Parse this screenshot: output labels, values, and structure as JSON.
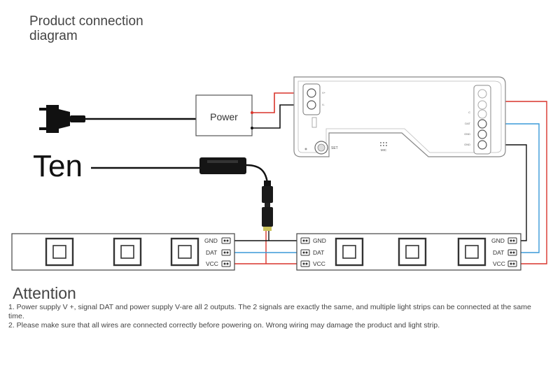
{
  "title": "Product connection\ndiagram",
  "power_label": "Power",
  "ten_label": "Ten",
  "controller": {
    "set_label": "SET",
    "mic_label": "MIC",
    "terminals_left": [
      "V+",
      "V-"
    ],
    "terminals_right": [
      "C",
      "DAT",
      "GND",
      "GND"
    ]
  },
  "strip_left": {
    "pins": [
      "GND",
      "DAT",
      "VCC"
    ]
  },
  "strip_right": {
    "pins_left": [
      "GND",
      "DAT",
      "VCC"
    ],
    "pins_right": [
      "GND",
      "DAT",
      "VCC"
    ]
  },
  "attention": {
    "title": "Attention",
    "notes": [
      "1. Power supply V +, signal DAT and power supply V-are all 2 outputs. The 2 signals are exactly the same, and multiple light strips can be connected at the same time.",
      "2. Please make sure that all wires are connected correctly before powering on. Wrong wiring may damage the product and light strip."
    ]
  },
  "colors": {
    "red_wire": "#d9342b",
    "blue_wire": "#3a9ad9",
    "black_wire": "#111111",
    "outline": "#444444"
  }
}
